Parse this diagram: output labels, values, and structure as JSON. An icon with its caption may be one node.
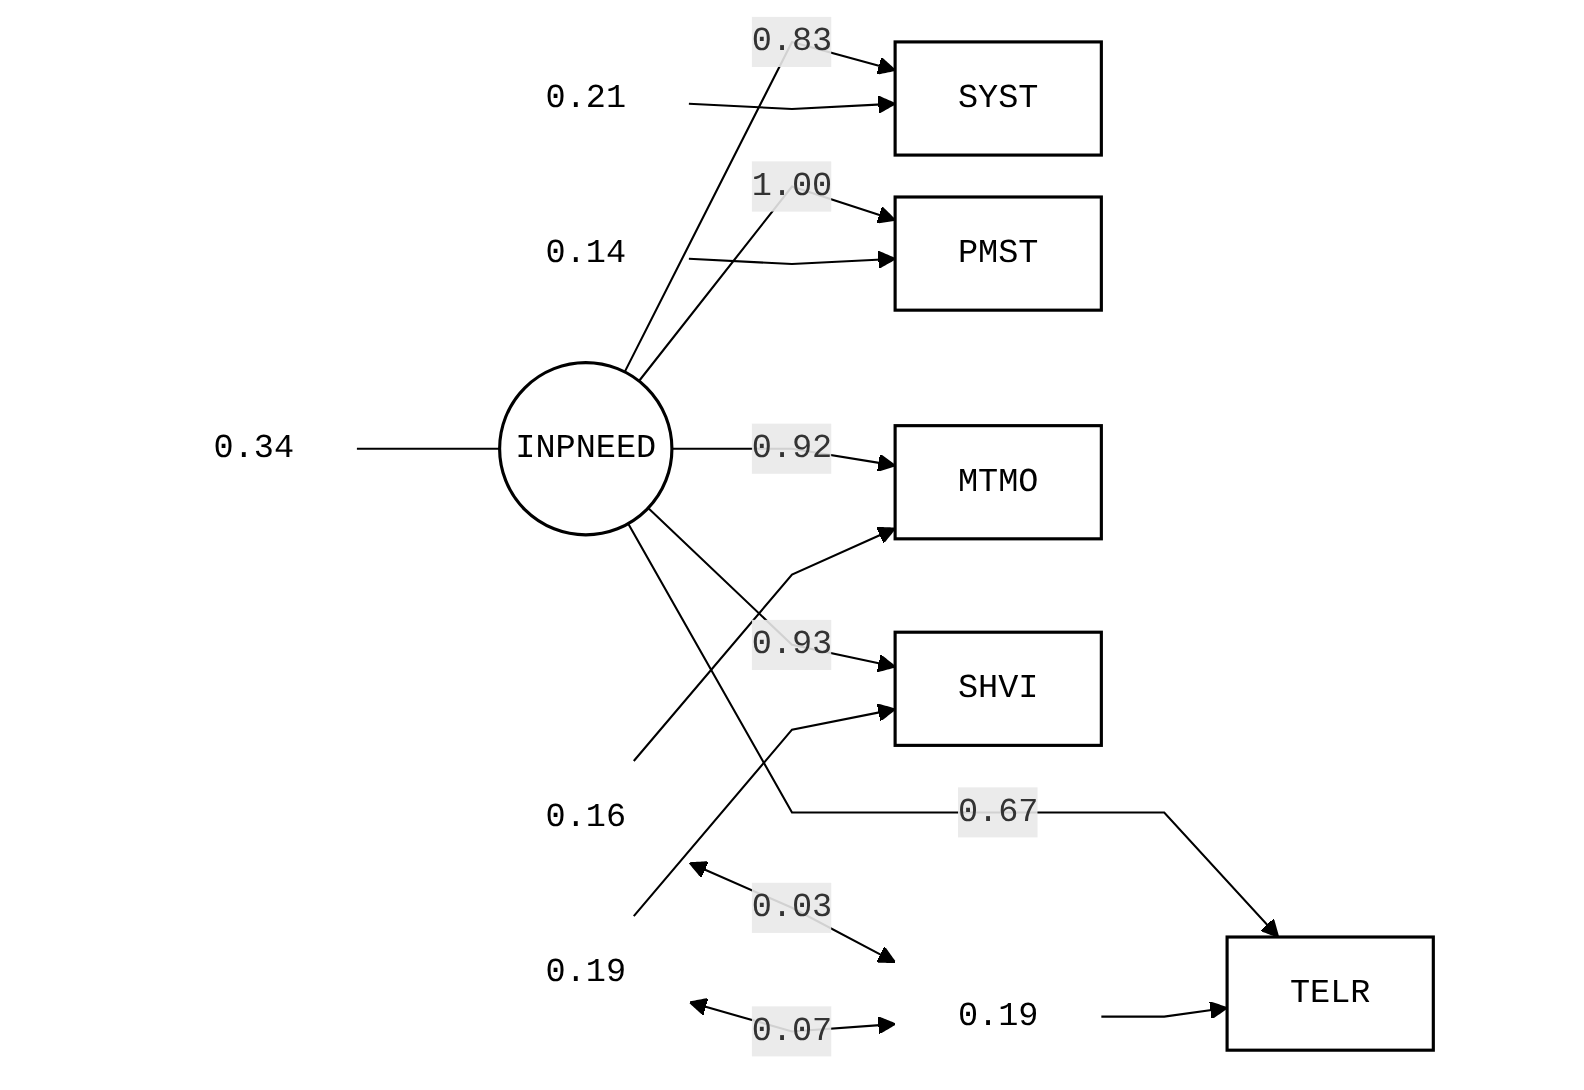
{
  "diagram": {
    "nodes": [
      {
        "text": [
          "0.34"
        ]
      },
      {
        "text": [
          "INPNEED"
        ]
      },
      {
        "text": [
          "SYST"
        ]
      },
      {
        "text": [
          "0.21"
        ]
      },
      {
        "text": [
          "PMST"
        ]
      },
      {
        "text": [
          "0.14"
        ]
      },
      {
        "text": [
          "MTMO"
        ]
      },
      {
        "text": [
          "0.16"
        ]
      },
      {
        "text": [
          "SHVI"
        ]
      },
      {
        "text": [
          "0.19"
        ]
      },
      {
        "text": [
          "TELR"
        ]
      },
      {
        "text": [
          "0.19"
        ]
      }
    ],
    "edges": [
      {
        "from": 0,
        "to": 1,
        "arrow": "none"
      },
      {
        "from": 1,
        "to": 2,
        "arrow": "to",
        "label": "0.83"
      },
      {
        "from": 1,
        "to": 4,
        "arrow": "to",
        "label": "1.00"
      },
      {
        "from": 1,
        "to": 6,
        "arrow": "to",
        "label": "0.92"
      },
      {
        "from": 1,
        "to": 8,
        "arrow": "to",
        "label": "0.93"
      },
      {
        "from": 1,
        "to": 10,
        "arrow": "to",
        "label": "0.67"
      },
      {
        "from": 3,
        "to": 2,
        "arrow": "to"
      },
      {
        "from": 5,
        "to": 4,
        "arrow": "to"
      },
      {
        "from": 7,
        "to": 6,
        "arrow": "to"
      },
      {
        "from": 9,
        "to": 8,
        "arrow": "to"
      },
      {
        "from": 11,
        "to": 10,
        "arrow": "to"
      },
      {
        "from": 7,
        "to": 11,
        "arrow": "both",
        "label": "0.03"
      },
      {
        "from": 9,
        "to": 11,
        "arrow": "both",
        "label": "0.07"
      }
    ]
  }
}
